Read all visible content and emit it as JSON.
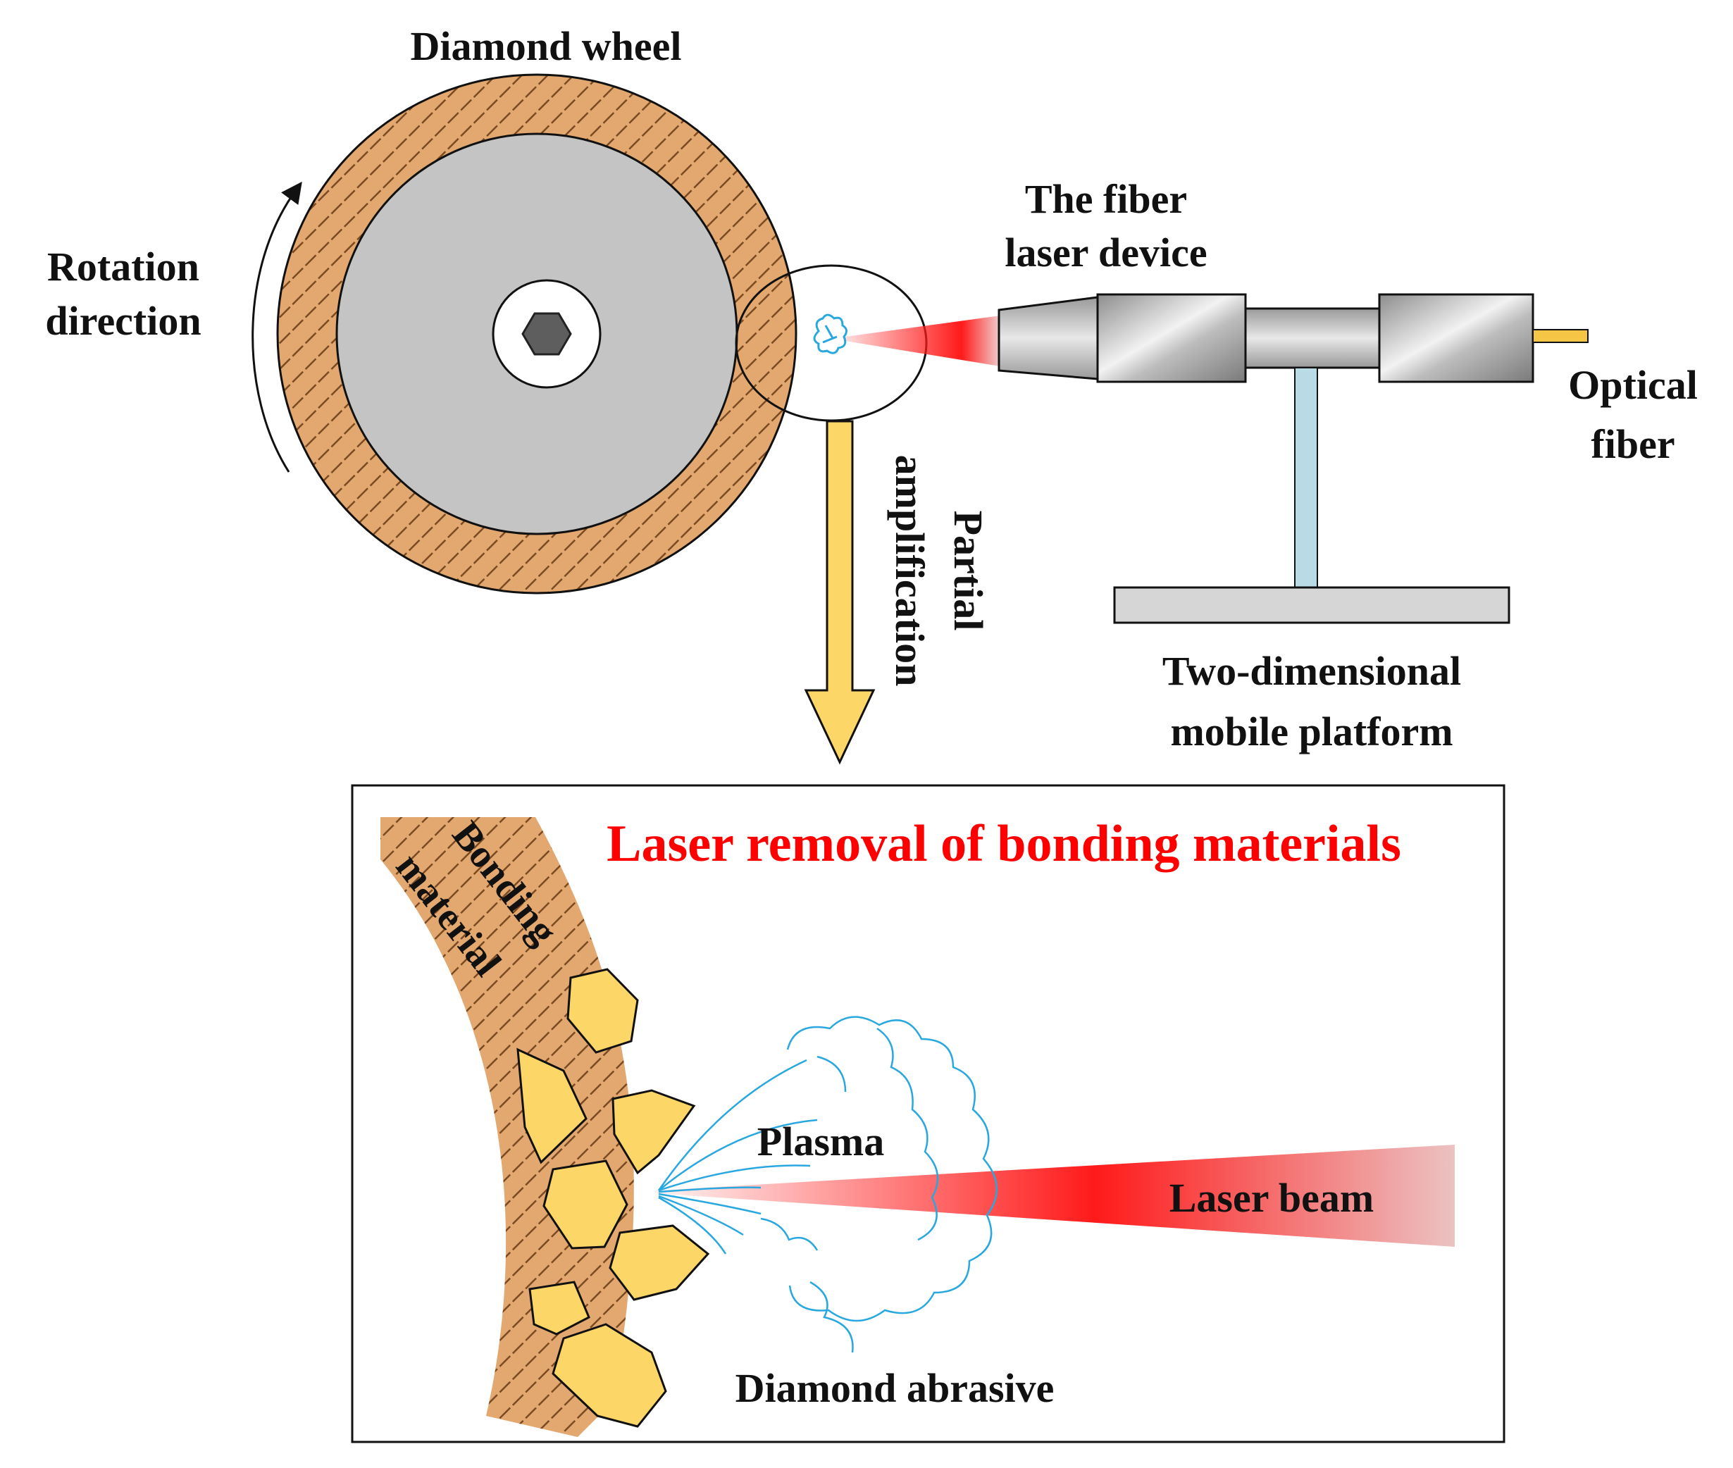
{
  "labels": {
    "diamond_wheel": "Diamond wheel",
    "rotation_line1": "Rotation",
    "rotation_line2": "direction",
    "fiber_laser_line1": "The fiber",
    "fiber_laser_line2": "laser device",
    "optical_line1": "Optical",
    "optical_line2": "fiber",
    "partial_line1": "Partial",
    "partial_line2": "amplification",
    "platform_line1": "Two-dimensional",
    "platform_line2": "mobile platform",
    "inset_title": "Laser removal of bonding materials",
    "bonding_line1": "Bonding",
    "bonding_line2": "material",
    "plasma": "Plasma",
    "laser_beam": "Laser beam",
    "diamond_abrasive": "Diamond abrasive"
  },
  "colors": {
    "bond": "#e3a86f",
    "bond_hatch": "#7a4a22",
    "wheel_core": "#c4c4c4",
    "hub": "#5e5e5e",
    "diamond": "#fdd668",
    "plasma": "#29a8e0",
    "laser": "#ff1a1a",
    "arrow": "#fdd668",
    "post": "#b8dbe6",
    "platform": "#d6d6d6",
    "fiber": "#f5c646",
    "title_red": "#ff0000"
  },
  "icons": {
    "rotation_arrow": "curved-arrow-icon",
    "amplify_arrow": "down-arrow-icon"
  }
}
